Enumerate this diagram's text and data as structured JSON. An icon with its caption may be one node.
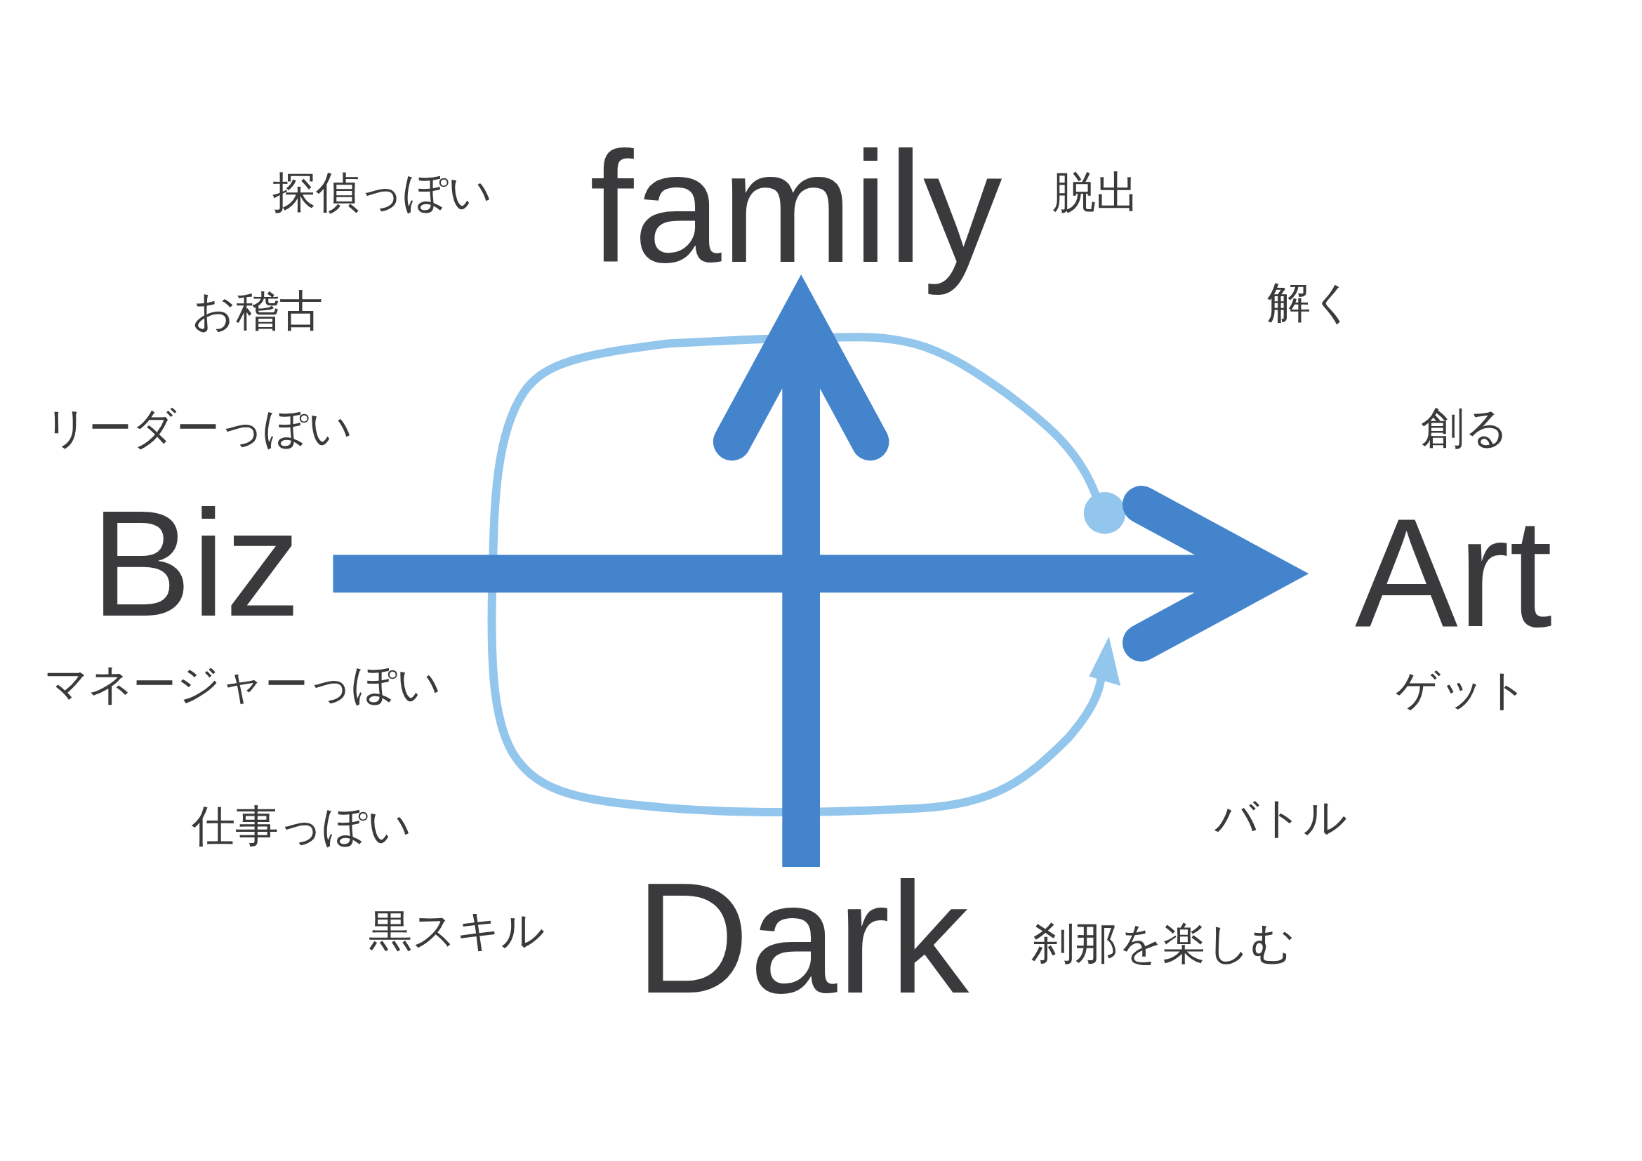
{
  "diagram": {
    "nodes": [
      {
        "text": [
          "family"
        ]
      },
      {
        "text": [
          "Biz"
        ]
      },
      {
        "text": [
          "Art"
        ]
      },
      {
        "text": [
          "Dark"
        ]
      }
    ],
    "edges": [
      {
        "from": 1,
        "to": 2,
        "arrow": "to"
      },
      {
        "from": 3,
        "to": 0,
        "arrow": "to"
      }
    ],
    "labels": [
      "探偵っぽい",
      "脱出",
      "お稽古",
      "解く",
      "リーダーっぽい",
      "創る",
      "マネージャーっぽい",
      "ゲット",
      "仕事っぽい",
      "バトル",
      "黒スキル",
      "刹那を楽しむ"
    ]
  }
}
